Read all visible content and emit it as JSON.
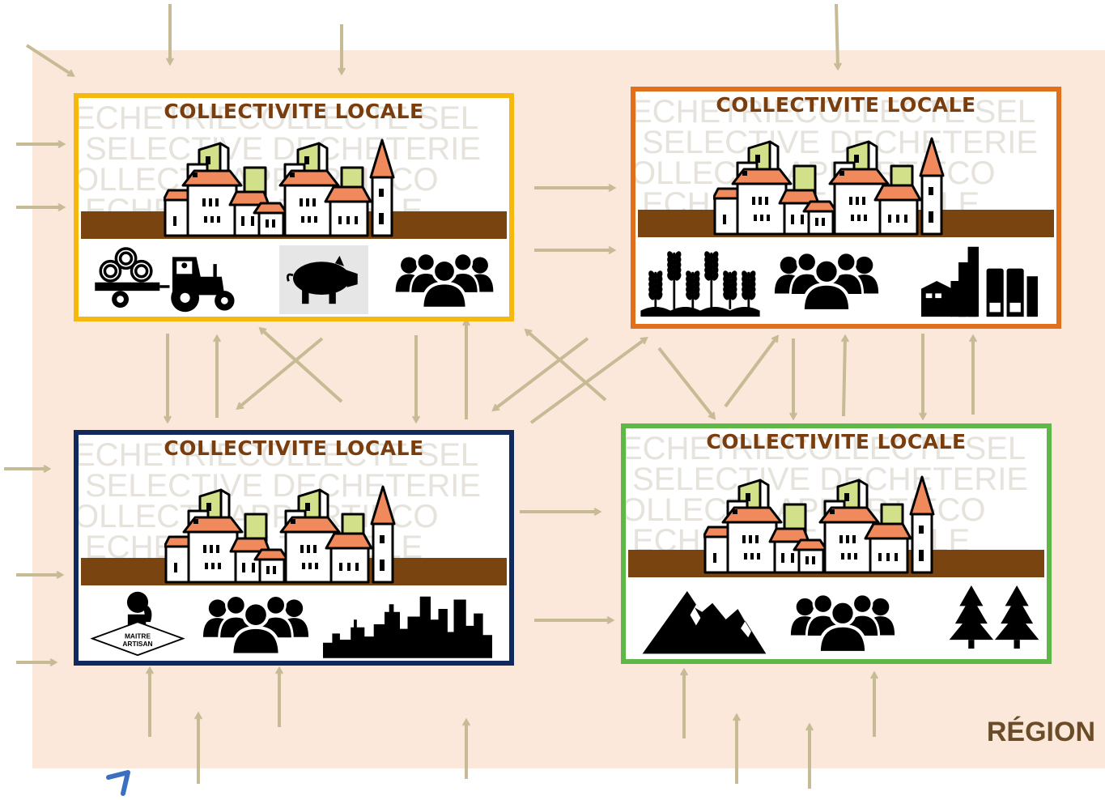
{
  "region": {
    "label": "RÉGION"
  },
  "panels": [
    {
      "title": "COLLECTIVITE LOCALE",
      "border_color": "#f6b80c",
      "icons": [
        "hay-trailer-tractor-icon",
        "pig-icon",
        "crowd-icon"
      ]
    },
    {
      "title": "COLLECTIVITE LOCALE",
      "border_color": "#e0701c",
      "icons": [
        "wheat-icon",
        "crowd-icon",
        "factory-icon"
      ]
    },
    {
      "title": "COLLECTIVITE LOCALE",
      "border_color": "#102a5e",
      "icons": [
        "maitre-artisan-icon",
        "crowd-icon",
        "city-skyline-icon"
      ]
    },
    {
      "title": "COLLECTIVITE LOCALE",
      "border_color": "#5db848",
      "icons": [
        "mountain-icon",
        "crowd-icon",
        "fir-trees-icon"
      ]
    }
  ],
  "watermark": {
    "lines": [
      "ECHETRIECOLLECTE SEL",
      "SELECTIVE DECHETERIE",
      "OLLECTE APPORTIFCO",
      "ECHETERIE TRI SELE"
    ]
  },
  "artisan_badge": {
    "line1": "MAITRE",
    "line2": "ARTISAN"
  },
  "colors": {
    "arrow": "#c6bb94",
    "region_bg": "#fbe8da",
    "ground": "#7a4410",
    "roof": "#f08a5d",
    "tower": "#d3e08a"
  }
}
